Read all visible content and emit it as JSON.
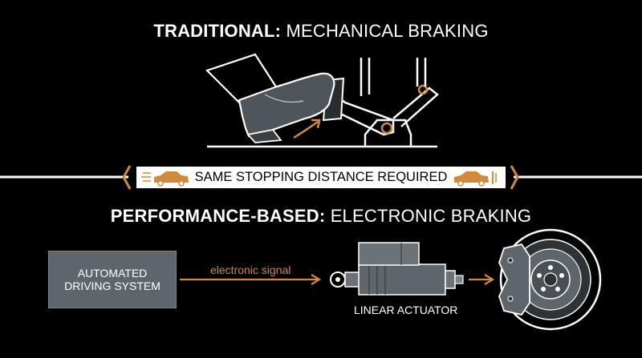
{
  "top_title": {
    "bold": "TRADITIONAL:",
    "normal": "MECHANICAL BRAKING"
  },
  "banner": {
    "text": "SAME STOPPING DISTANCE REQUIRED"
  },
  "bottom_title": {
    "bold": "PERFORMANCE-BASED:",
    "normal": "ELECTRONIC BRAKING"
  },
  "ads": {
    "line1": "AUTOMATED",
    "line2": "DRIVING SYSTEM"
  },
  "signal": {
    "label": "electronic signal"
  },
  "actuator": {
    "label": "LINEAR ACTUATOR"
  },
  "colors": {
    "background": "#000000",
    "accent": "#d18a3a",
    "gray": "#5f666b",
    "white": "#ffffff"
  },
  "icons": [
    "foot-on-pedal-icon",
    "car-icon",
    "linear-actuator-icon",
    "brake-disc-icon"
  ]
}
